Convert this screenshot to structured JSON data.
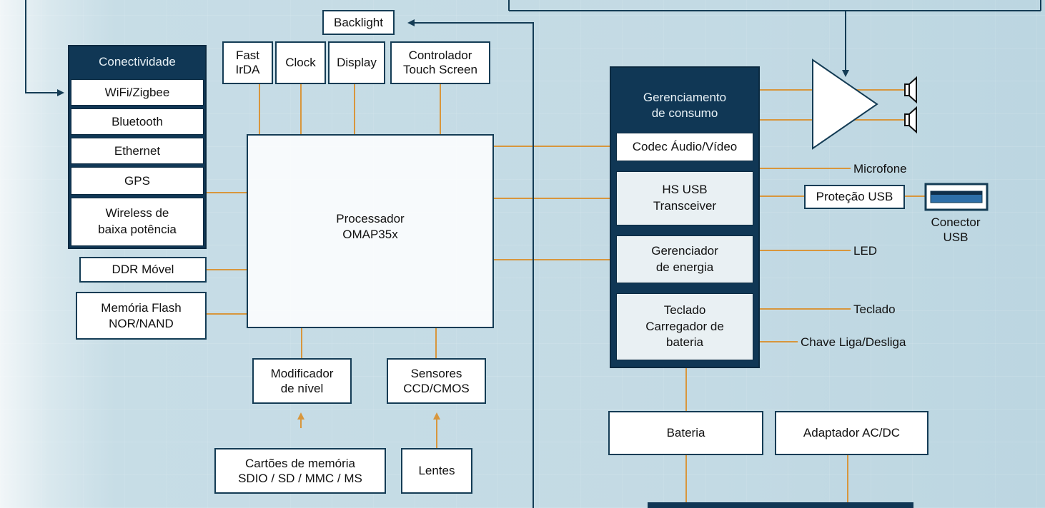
{
  "colors": {
    "wire": "#d8963c",
    "arrow": "#143c55",
    "dark_panel": "#103755",
    "background": "#c3dae4"
  },
  "connectivity": {
    "title": "Conectividade",
    "items": [
      "WiFi/Zigbee",
      "Bluetooth",
      "Ethernet",
      "GPS",
      "Wireless de\nbaixa potência"
    ]
  },
  "memory": {
    "ddr": "DDR Móvel",
    "flash": "Memória Flash\nNOR/NAND"
  },
  "top_peripherals": {
    "backlight": "Backlight",
    "fast_irda": "Fast\nIrDA",
    "clock": "Clock",
    "display": "Display",
    "touch": "Controlador\nTouch Screen"
  },
  "processor": {
    "label": "Processador\nOMAP35x"
  },
  "bottom_peripherals": {
    "level_shifter": "Modificador\nde nível",
    "sensors": "Sensores\nCCD/CMOS",
    "memory_cards": "Cartões de memória\nSDIO / SD / MMC / MS",
    "lenses": "Lentes"
  },
  "power_management": {
    "title": "Gerenciamento\nde consumo",
    "codec": "Codec Áudio/Vídeo",
    "hs_usb": "HS USB\nTransceiver",
    "energy_manager": "Gerenciador\nde energia",
    "keyboard_charger": "Teclado\nCarregador de\nbateria"
  },
  "outputs": {
    "microphone": "Microfone",
    "usb_protection": "Proteção USB",
    "usb_connector": "Conector\nUSB",
    "led": "LED",
    "keyboard": "Teclado",
    "power_switch": "Chave Liga/Desliga"
  },
  "power_supply": {
    "battery": "Bateria",
    "adapter": "Adaptador AC/DC"
  }
}
